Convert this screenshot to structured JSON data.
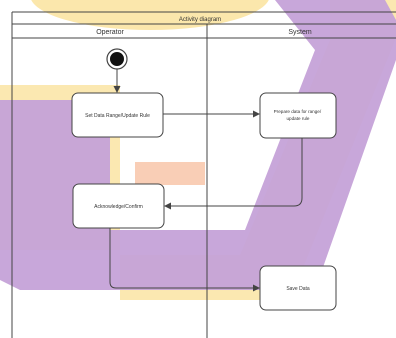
{
  "diagram": {
    "title": "Activity diagram",
    "lanes": [
      {
        "name": "Operator"
      },
      {
        "name": "System"
      }
    ],
    "nodes": {
      "start": {
        "kind": "initial"
      },
      "a1": {
        "label": "Set Data Range/Update Rule"
      },
      "a2": {
        "label": "Prepare data for range/update rule"
      },
      "a3": {
        "label": "Acknowledge/Confirm"
      },
      "a4": {
        "label": "Save Data"
      }
    },
    "colors": {
      "purple": "#c5a2d8",
      "yellow": "#fbe6a8",
      "peach": "#f8c9ae",
      "stroke": "#444444"
    }
  }
}
